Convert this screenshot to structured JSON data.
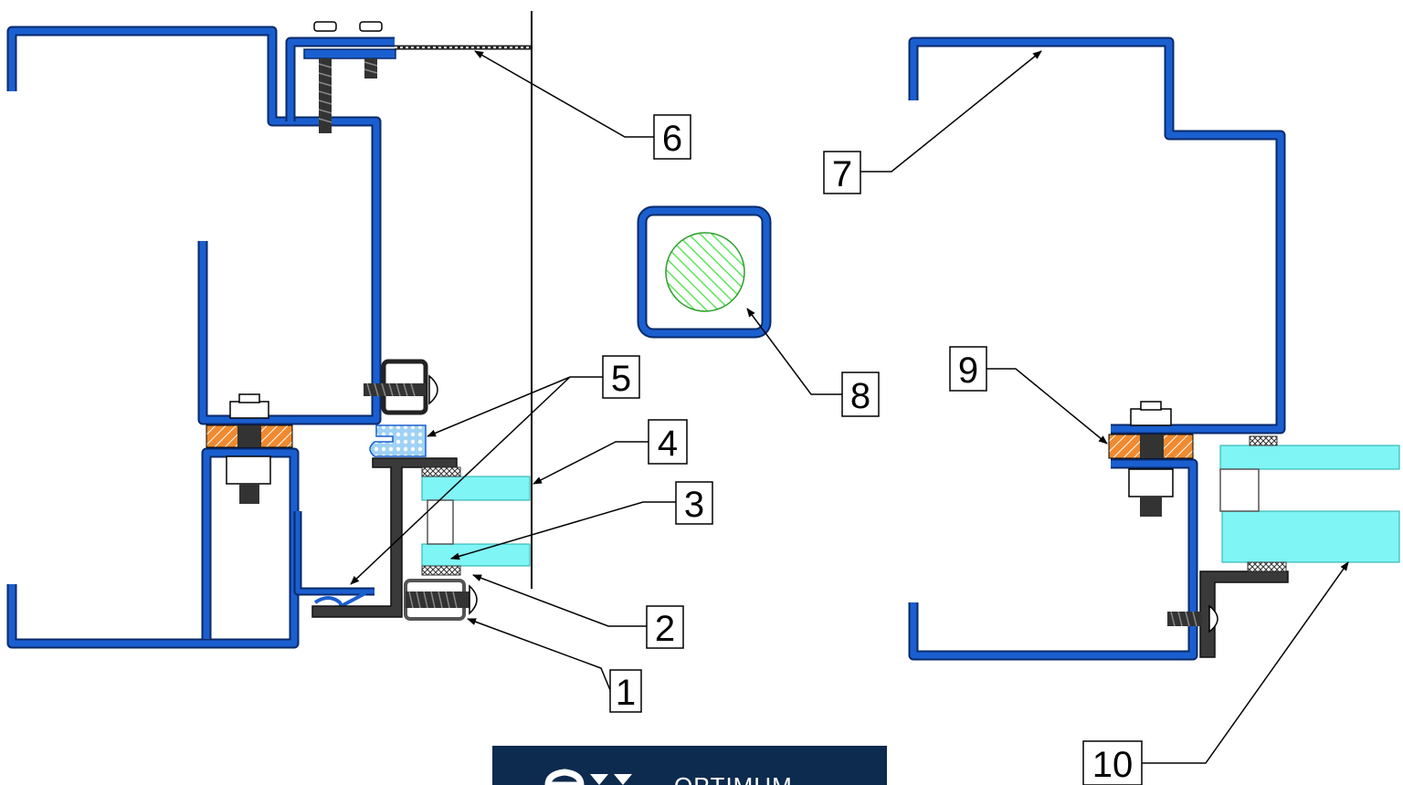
{
  "colors": {
    "profile": "#1a5fd0",
    "profile_edge": "#0a2a6a",
    "glass": "#7ff5f5",
    "gasket": "#555555",
    "wood": "#f08a30",
    "core": "#5ee65e",
    "logo_bg": "#0d2b4e"
  },
  "callouts": [
    {
      "id": "callout-1",
      "label": "1"
    },
    {
      "id": "callout-2",
      "label": "2"
    },
    {
      "id": "callout-3",
      "label": "3"
    },
    {
      "id": "callout-4",
      "label": "4"
    },
    {
      "id": "callout-5",
      "label": "5"
    },
    {
      "id": "callout-6",
      "label": "6"
    },
    {
      "id": "callout-7",
      "label": "7"
    },
    {
      "id": "callout-8",
      "label": "8"
    },
    {
      "id": "callout-9",
      "label": "9"
    },
    {
      "id": "callout-10",
      "label": "10"
    }
  ],
  "logo": {
    "text": "OPTIMUM"
  }
}
